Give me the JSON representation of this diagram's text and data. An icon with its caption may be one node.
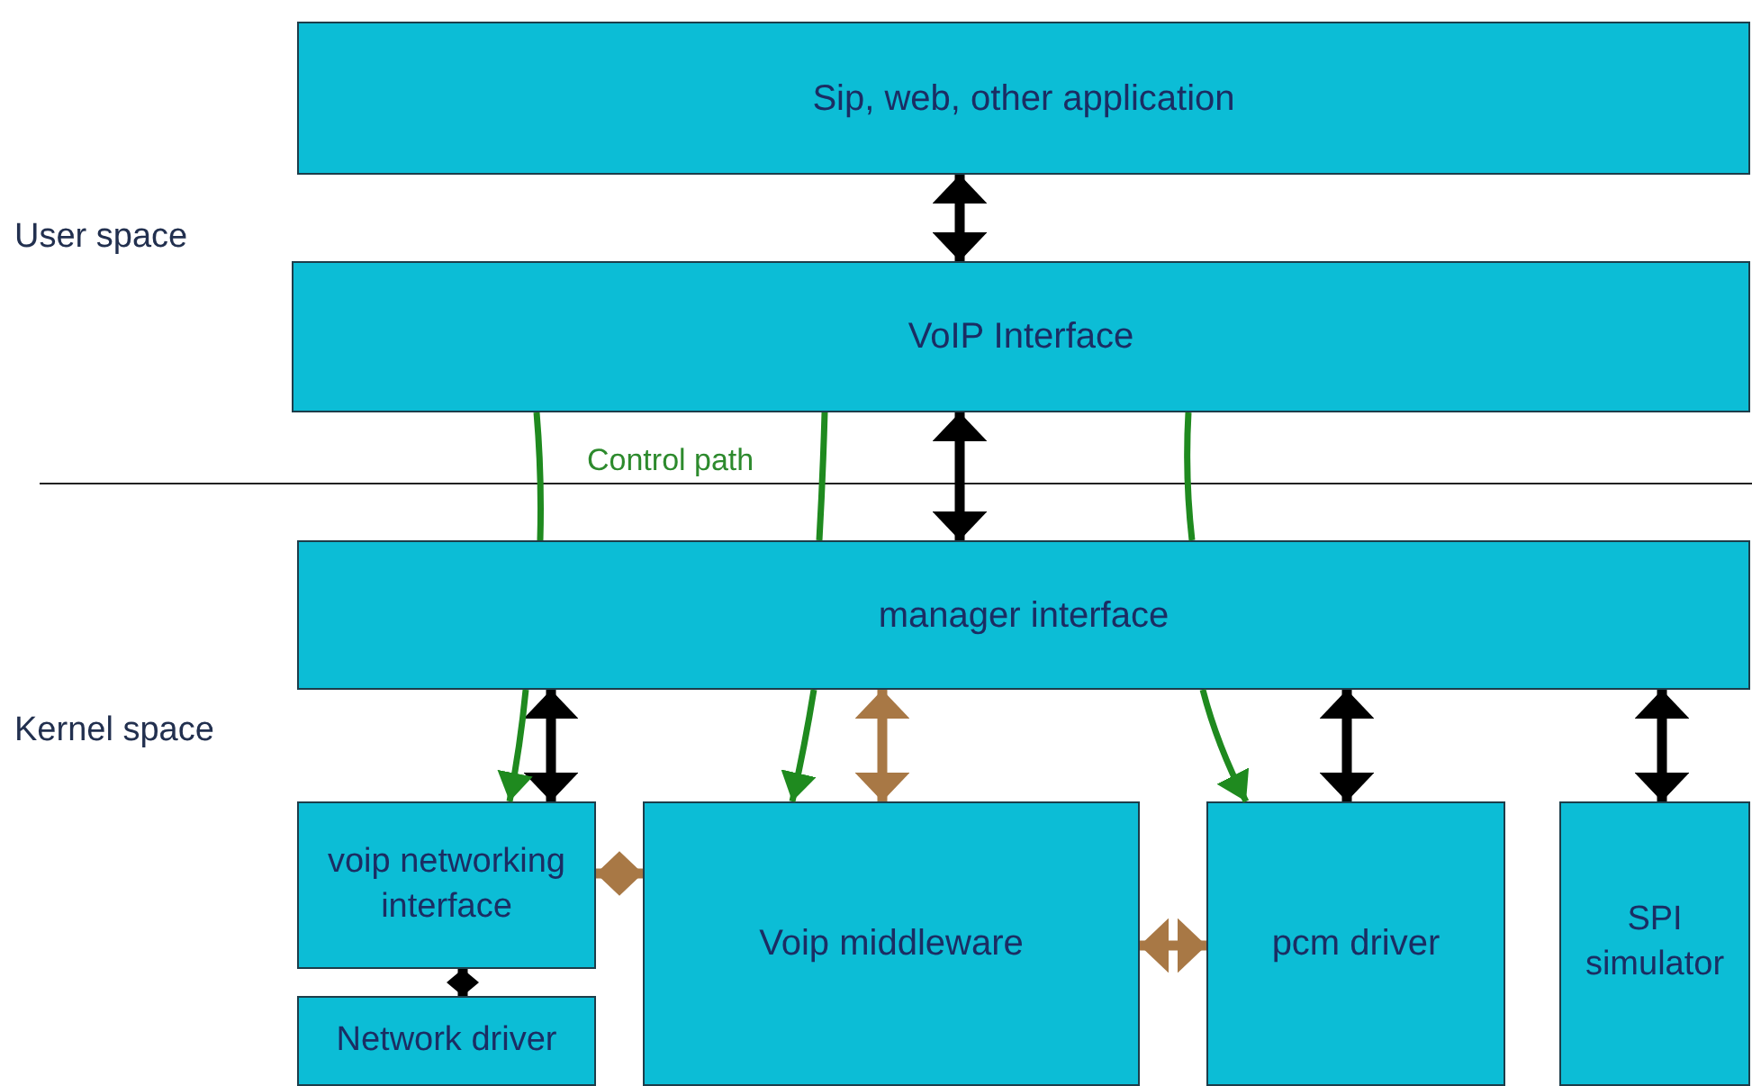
{
  "diagram": {
    "nodes": [
      {
        "text": [
          "Sip, web, other application"
        ]
      },
      {
        "text": [
          "VoIP Interface"
        ]
      },
      {
        "text": [
          "manager interface"
        ]
      },
      {
        "text": [
          "voip networking interface"
        ]
      },
      {
        "text": [
          "Network driver"
        ]
      },
      {
        "text": [
          "Voip middleware"
        ]
      },
      {
        "text": [
          "pcm driver"
        ]
      },
      {
        "text": [
          "SPI simulator"
        ]
      }
    ],
    "edges": [
      {
        "from": 0,
        "to": 1,
        "arrow": "both"
      },
      {
        "from": 1,
        "to": 2,
        "arrow": "both"
      },
      {
        "from": 2,
        "to": 3,
        "arrow": "both"
      },
      {
        "from": 2,
        "to": 5,
        "arrow": "both",
        "color": "#a87845"
      },
      {
        "from": 2,
        "to": 6,
        "arrow": "both"
      },
      {
        "from": 2,
        "to": 7,
        "arrow": "both"
      },
      {
        "from": 1,
        "to": 2,
        "arrow": "none",
        "color": "#1f8a1f"
      },
      {
        "from": 1,
        "to": 2,
        "arrow": "none",
        "color": "#1f8a1f"
      },
      {
        "from": 1,
        "to": 2,
        "arrow": "none",
        "color": "#1f8a1f"
      },
      {
        "from": 3,
        "to": 5,
        "arrow": "both",
        "color": "#a87845"
      },
      {
        "from": 5,
        "to": 6,
        "arrow": "both",
        "color": "#a87845"
      },
      {
        "from": 3,
        "to": 4,
        "arrow": "both"
      },
      {
        "from": 2,
        "to": 3,
        "arrow": "to",
        "color": "#1f8a1f"
      },
      {
        "from": 2,
        "to": 5,
        "arrow": "to",
        "color": "#1f8a1f"
      },
      {
        "from": 2,
        "to": 6,
        "arrow": "to",
        "color": "#1f8a1f"
      }
    ],
    "labels": [
      "User space",
      "Control path",
      "Kernel space"
    ]
  }
}
